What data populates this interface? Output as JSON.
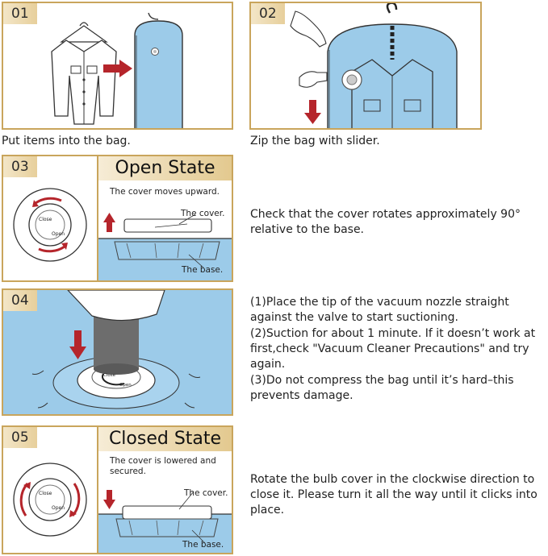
{
  "steps": {
    "s01": {
      "number": "01",
      "caption": "Put items into the bag."
    },
    "s02": {
      "number": "02",
      "caption": "Zip the bag with slider."
    },
    "s03": {
      "number": "03",
      "title": "Open State",
      "subtitle": "The cover moves upward.",
      "cover_label": "The cover.",
      "base_label": "The base.",
      "dial_close": "Close",
      "dial_open": "Open",
      "description": "Check that the cover rotates approximately 90° relative to the base."
    },
    "s04": {
      "number": "04",
      "dial_close": "Close",
      "dial_open": "Open",
      "line1": "(1)Place the tip of the vacuum nozzle straight against the valve to start suctioning.",
      "line2": "(2)Suction for about 1 minute. If it doesn’t work at first,check \"Vacuum Cleaner Precautions\" and try again.",
      "line3": "(3)Do not compress the bag until it’s hard–this prevents damage."
    },
    "s05": {
      "number": "05",
      "title": "Closed State",
      "subtitle": "The cover is lowered and secured.",
      "cover_label": "The cover.",
      "base_label": "The base.",
      "dial_close": "Close",
      "dial_open": "Open",
      "description": "Rotate the bulb cover in the clockwise direction to close it. Please turn it all the way until it clicks into place."
    }
  },
  "colors": {
    "gold": "#c9a55c",
    "bag_blue": "#9ccbe9",
    "arrow_red": "#b5252b"
  }
}
